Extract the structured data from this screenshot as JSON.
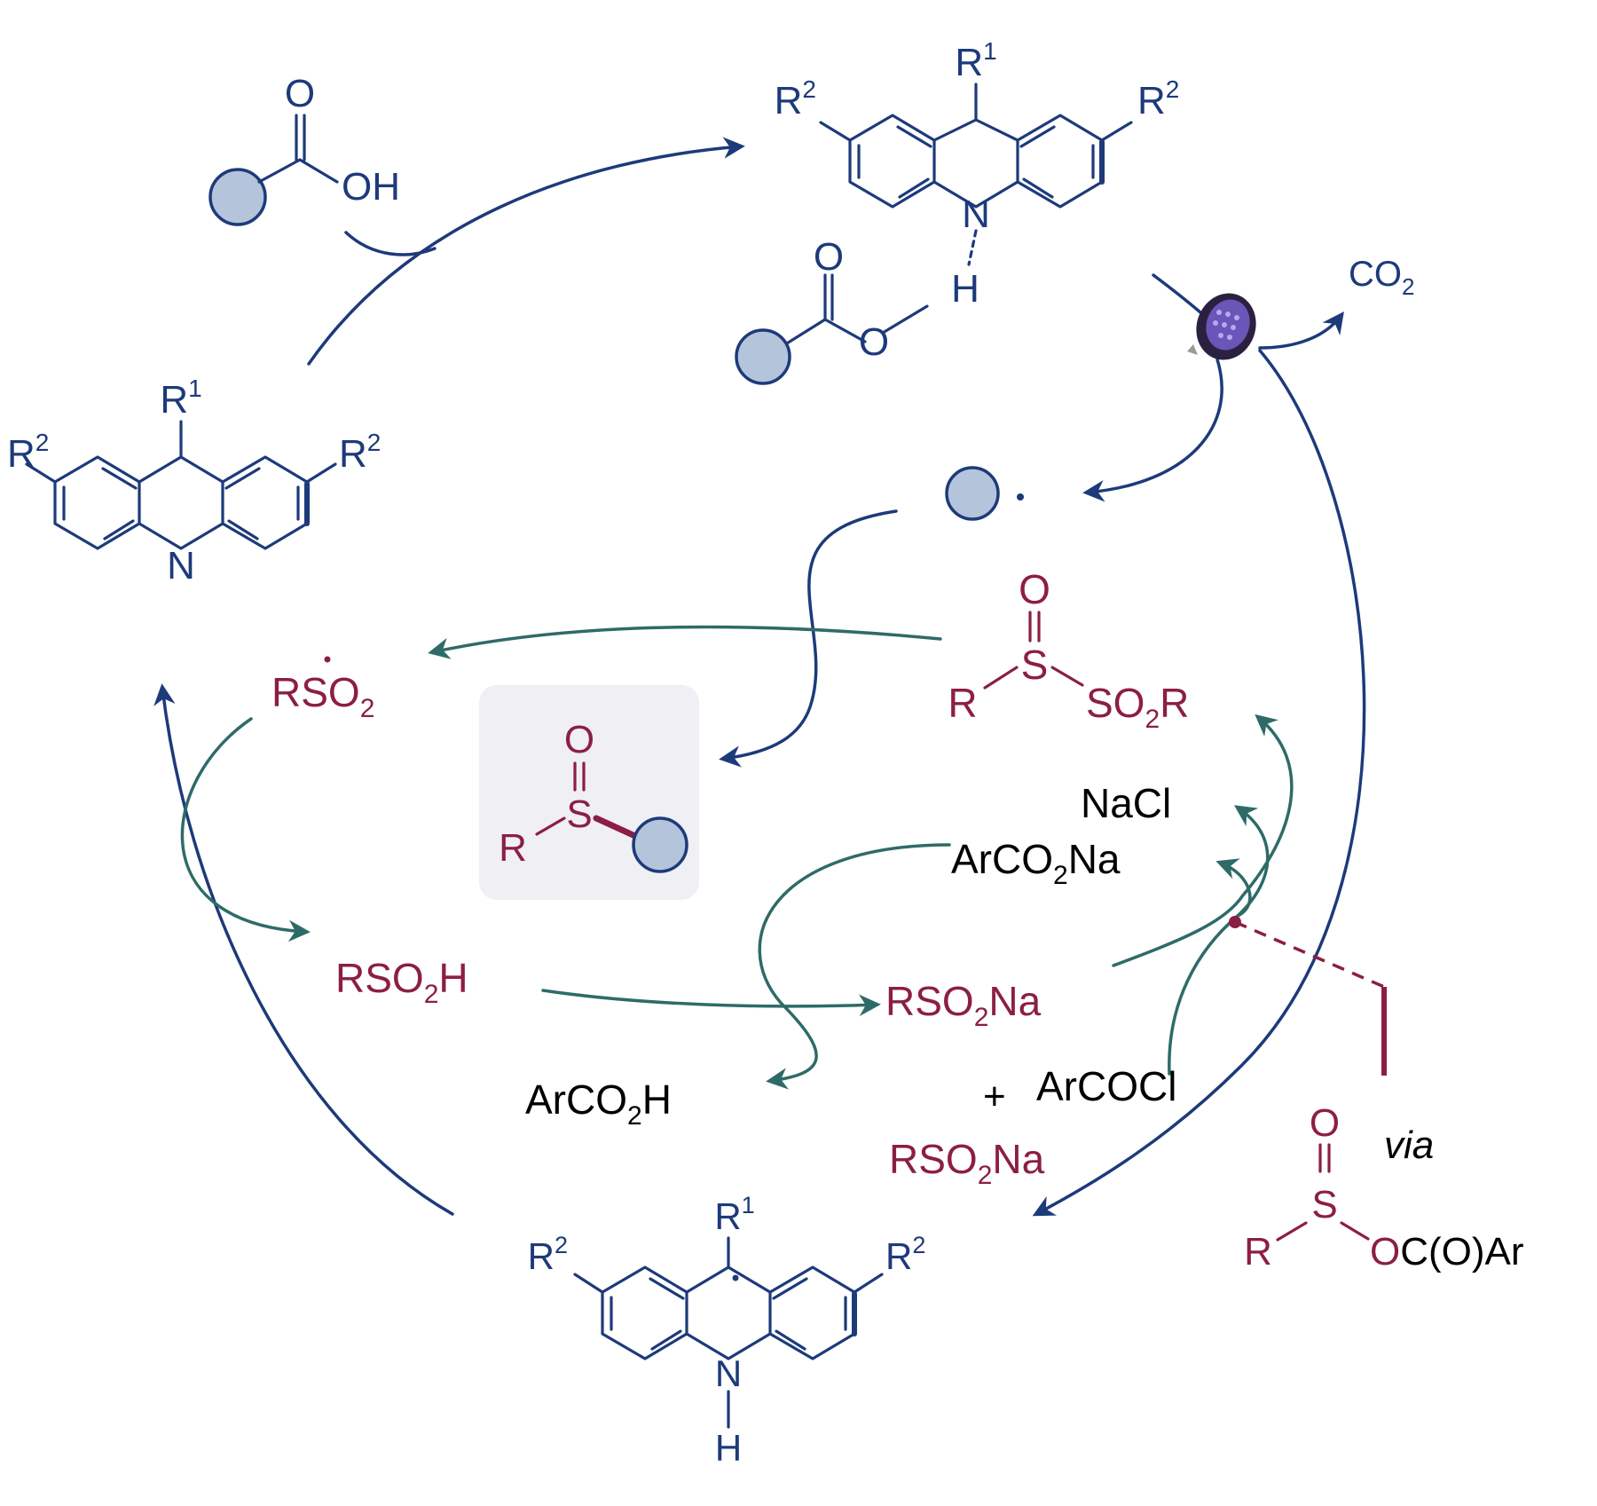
{
  "colors": {
    "catalyst_blue": "#1d3a7a",
    "sulfur_red": "#8c1e45",
    "cycle_green": "#2e6b68",
    "substrate_fill": "#b4c4da",
    "product_box": "#efeff4"
  },
  "acridine_top": {
    "r1": "R",
    "r1_sup": "1",
    "r2": "R",
    "r2_sup": "2",
    "n": "N",
    "h": "H",
    "o_carbonyl": "O",
    "o_ether": "O"
  },
  "acridine_left": {
    "r1": "R",
    "r1_sup": "1",
    "r2": "R",
    "r2_sup": "2",
    "n": "N"
  },
  "acridine_bottom": {
    "r1": "R",
    "r1_sup": "1",
    "r2": "R",
    "r2_sup": "2",
    "n": "N",
    "h": "H"
  },
  "acid": {
    "o": "O",
    "oh": "OH"
  },
  "co2": {
    "main": "CO",
    "sub": "2"
  },
  "light_icon": "light-bulb-icon",
  "radical_dot": "·",
  "rso2_radical": {
    "r": "R",
    "s": "S",
    "o": "O",
    "sub": "2"
  },
  "thiosulfonate": {
    "o": "O",
    "r": "R",
    "s": "S",
    "so2r_a": "SO",
    "so2r_sub": "2",
    "so2r_b": "R"
  },
  "product": {
    "o": "O",
    "s": "S",
    "r": "R"
  },
  "rso2h": {
    "a": "RSO",
    "sub": "2",
    "b": "H"
  },
  "rso2na_mid": {
    "a": "RSO",
    "sub": "2",
    "b": "Na"
  },
  "arco2h": {
    "a": "ArCO",
    "sub": "2",
    "b": "H"
  },
  "nacl": "NaCl",
  "arco2na": {
    "a": "ArCO",
    "sub": "2",
    "b": "Na"
  },
  "plus": "+",
  "arcocl": "ArCOCl",
  "rso2na_bottom": {
    "a": "RSO",
    "sub": "2",
    "b": "Na"
  },
  "via": "via",
  "intermediate": {
    "o": "O",
    "s": "S",
    "r": "R",
    "tail": "OC(O)Ar"
  }
}
